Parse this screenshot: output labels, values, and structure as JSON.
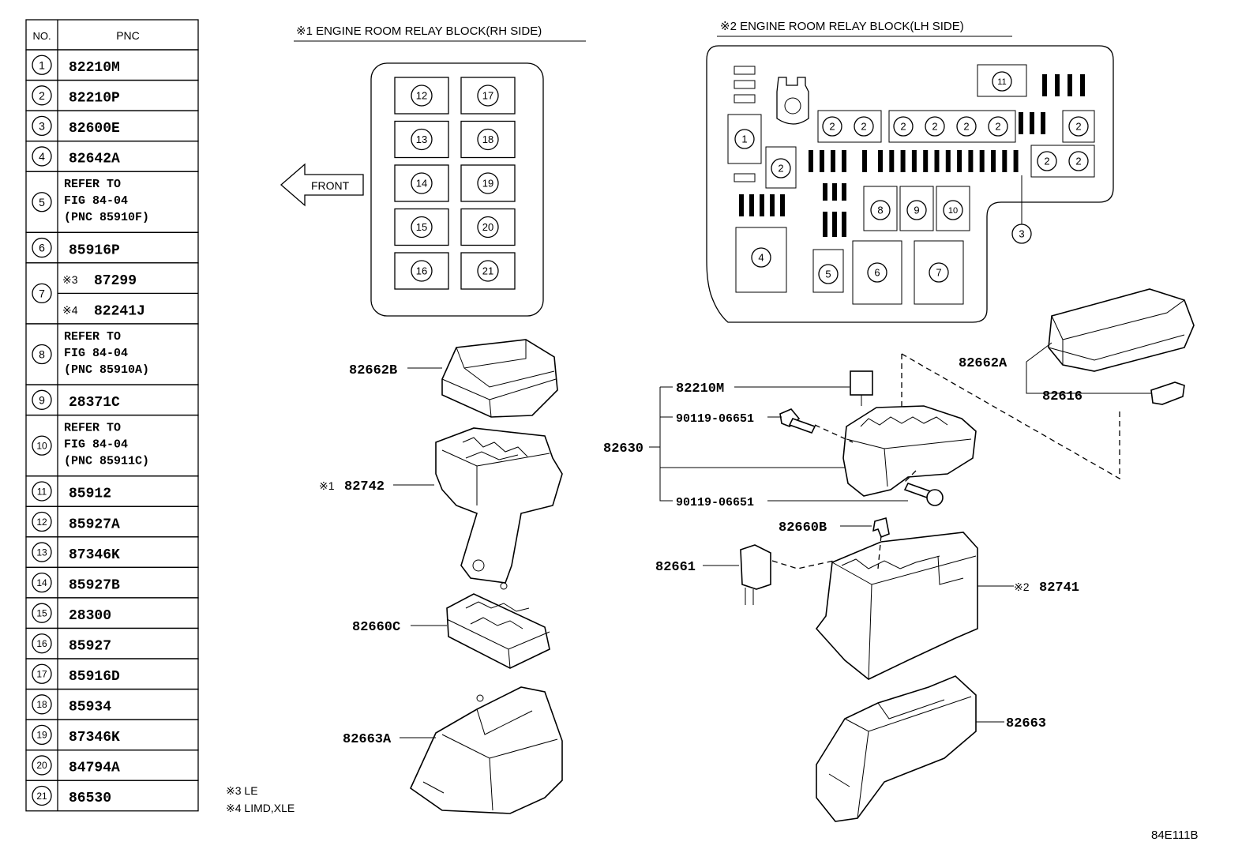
{
  "table": {
    "header_no": "NO.",
    "header_pnc": "PNC",
    "rows": [
      {
        "no": "1",
        "lines": [
          "82210M"
        ]
      },
      {
        "no": "2",
        "lines": [
          "82210P"
        ]
      },
      {
        "no": "3",
        "lines": [
          "82600E"
        ]
      },
      {
        "no": "4",
        "lines": [
          "82642A"
        ]
      },
      {
        "no": "5",
        "lines": [
          "REFER TO",
          "FIG 84-04",
          "(PNC 85910F)"
        ]
      },
      {
        "no": "6",
        "lines": [
          "85916P"
        ]
      },
      {
        "no": "7",
        "sub": [
          {
            "mark": "※3",
            "pnc": "87299"
          },
          {
            "mark": "※4",
            "pnc": "82241J"
          }
        ]
      },
      {
        "no": "8",
        "lines": [
          "REFER TO",
          "FIG 84-04",
          "(PNC 85910A)"
        ]
      },
      {
        "no": "9",
        "lines": [
          "28371C"
        ]
      },
      {
        "no": "10",
        "lines": [
          "REFER TO",
          "FIG 84-04",
          "(PNC 85911C)"
        ]
      },
      {
        "no": "11",
        "lines": [
          "85912"
        ]
      },
      {
        "no": "12",
        "lines": [
          "85927A"
        ]
      },
      {
        "no": "13",
        "lines": [
          "87346K"
        ]
      },
      {
        "no": "14",
        "lines": [
          "85927B"
        ]
      },
      {
        "no": "15",
        "lines": [
          "28300"
        ]
      },
      {
        "no": "16",
        "lines": [
          "85927"
        ]
      },
      {
        "no": "17",
        "lines": [
          "85916D"
        ]
      },
      {
        "no": "18",
        "lines": [
          "85934"
        ]
      },
      {
        "no": "19",
        "lines": [
          "87346K"
        ]
      },
      {
        "no": "20",
        "lines": [
          "84794A"
        ]
      },
      {
        "no": "21",
        "lines": [
          "86530"
        ]
      }
    ]
  },
  "rh_block": {
    "title": "※1 ENGINE ROOM RELAY BLOCK(RH SIDE)",
    "front_label": "FRONT",
    "slots_left": [
      "12",
      "13",
      "14",
      "15",
      "16"
    ],
    "slots_right": [
      "17",
      "18",
      "19",
      "20",
      "21"
    ]
  },
  "lh_block": {
    "title": "※2 ENGINE ROOM RELAY BLOCK(LH SIDE)",
    "markers": [
      "1",
      "2",
      "3",
      "4",
      "5",
      "6",
      "7",
      "8",
      "9",
      "10",
      "11"
    ]
  },
  "part_labels": {
    "p82662B": "82662B",
    "p82742_mark": "※1",
    "p82742": "82742",
    "p82660C": "82660C",
    "p82663A": "82663A",
    "p82210M": "82210M",
    "p90119a": "90119-06651",
    "p82630": "82630",
    "p90119b": "90119-06651",
    "p82662A": "82662A",
    "p82616": "82616",
    "p82660B": "82660B",
    "p82661": "82661",
    "p82741_mark": "※2",
    "p82741": "82741",
    "p82663": "82663"
  },
  "notes": [
    "※3 LE",
    "※4 LIMD,XLE"
  ],
  "figure_code": "84E111B"
}
